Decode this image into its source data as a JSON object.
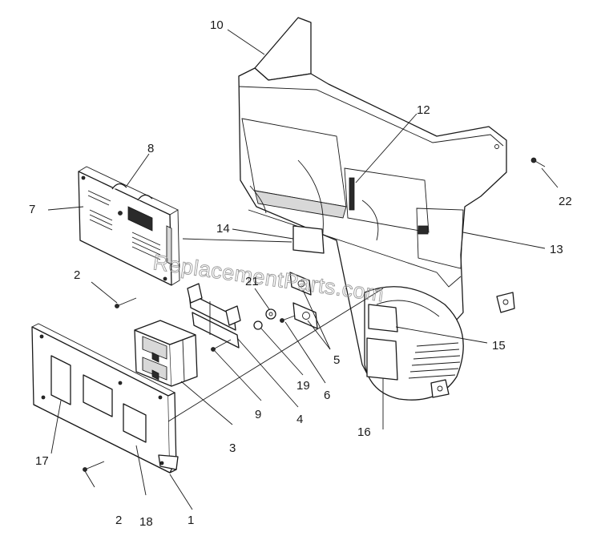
{
  "watermark": "ReplacementParts.com",
  "callouts": [
    {
      "id": "1",
      "label": "1"
    },
    {
      "id": "2a",
      "label": "2"
    },
    {
      "id": "2b",
      "label": "2"
    },
    {
      "id": "3",
      "label": "3"
    },
    {
      "id": "4",
      "label": "4"
    },
    {
      "id": "5",
      "label": "5"
    },
    {
      "id": "6",
      "label": "6"
    },
    {
      "id": "7",
      "label": "7"
    },
    {
      "id": "8",
      "label": "8"
    },
    {
      "id": "9",
      "label": "9"
    },
    {
      "id": "10",
      "label": "10"
    },
    {
      "id": "12",
      "label": "12"
    },
    {
      "id": "13",
      "label": "13"
    },
    {
      "id": "14",
      "label": "14"
    },
    {
      "id": "15",
      "label": "15"
    },
    {
      "id": "16",
      "label": "16"
    },
    {
      "id": "17",
      "label": "17"
    },
    {
      "id": "18",
      "label": "18"
    },
    {
      "id": "19",
      "label": "19"
    },
    {
      "id": "21",
      "label": "21"
    },
    {
      "id": "22",
      "label": "22"
    }
  ]
}
